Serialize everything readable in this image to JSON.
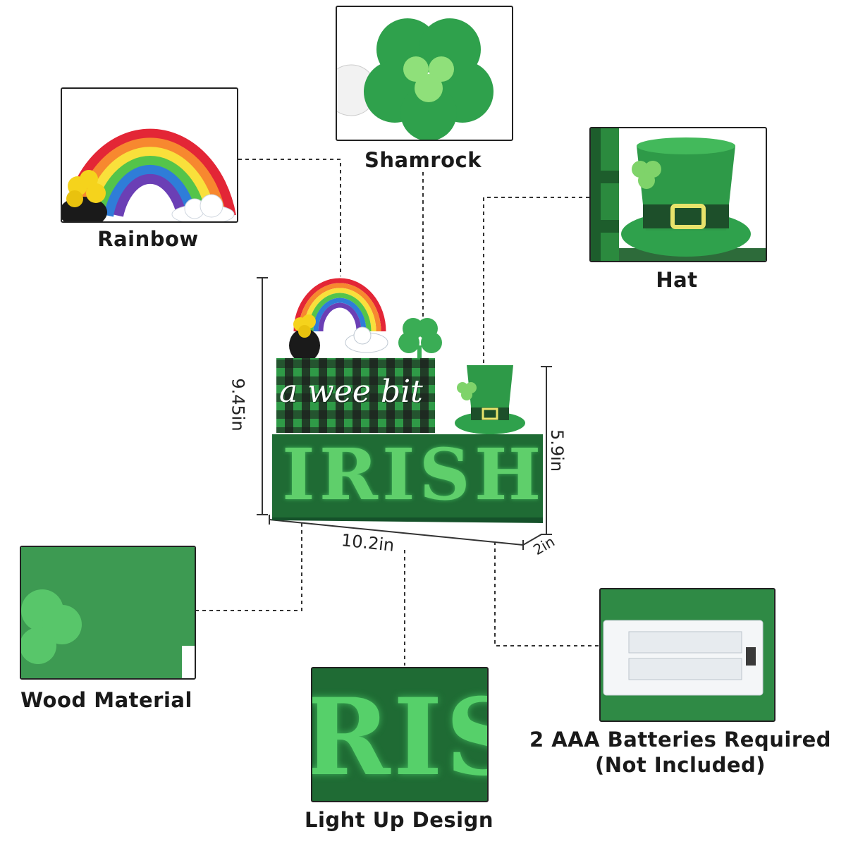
{
  "features": {
    "rainbow": "Rainbow",
    "shamrock": "Shamrock",
    "hat": "Hat",
    "wood": "Wood Material",
    "light": "Light Up Design",
    "batteries_line1": "2 AAA Batteries Required",
    "batteries_line2": "(Not Included)"
  },
  "dimensions": {
    "height_total": "9.45in",
    "height_base": "5.9in",
    "width": "10.2in",
    "depth": "2in"
  },
  "sign": {
    "top_text": "a wee bit",
    "main_text": "IRISH",
    "closeup_text": "RIS"
  },
  "colors": {
    "green_dark": "#1f6b34",
    "green_mid": "#2e8b45",
    "green_light": "#5fcf6b",
    "plaid_dark": "#1c1c1c",
    "plaid_green": "#2f9a47"
  }
}
